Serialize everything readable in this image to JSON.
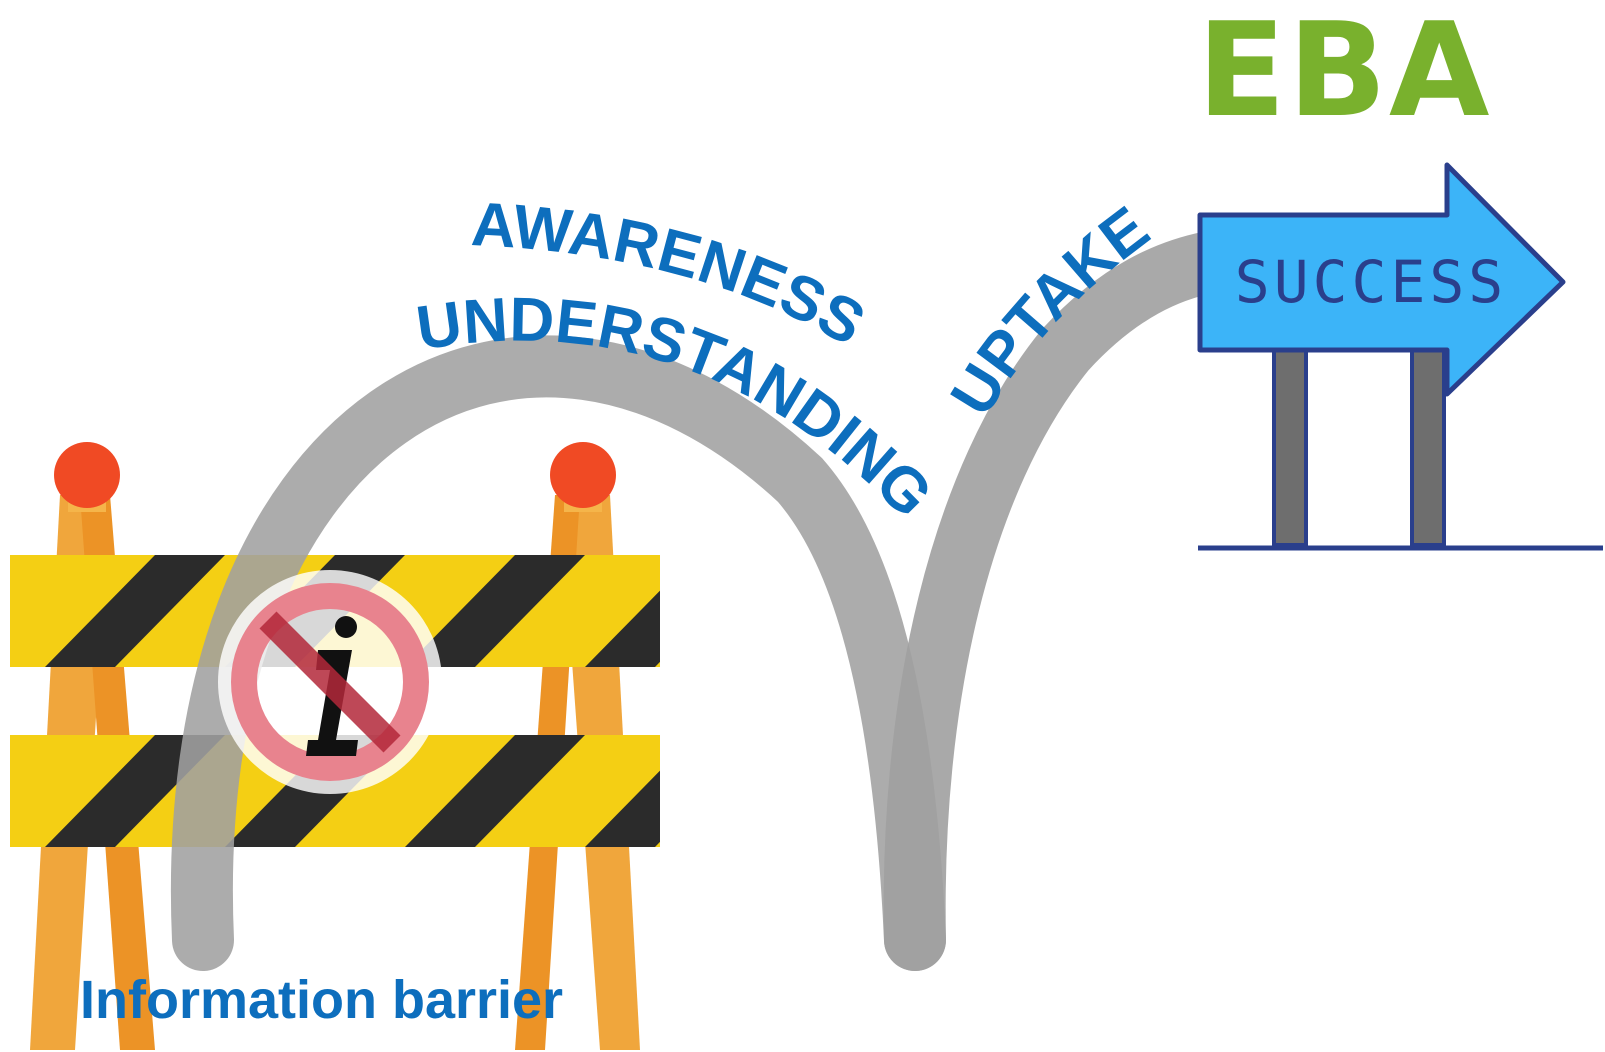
{
  "logo": {
    "text": "EBA",
    "color": "#79b12d"
  },
  "labels": {
    "awareness": "AWARENESS &",
    "understanding": "UNDERSTANDING",
    "uptake": "UPTAKE",
    "barrier": "Information barrier",
    "color": "#0d6ebd"
  },
  "sign": {
    "text": "SUCCESS",
    "fill": "#3cb4f8",
    "outline": "#2a3f8c",
    "text_color": "#2a3f8c"
  },
  "path_color": "#a0a0a0",
  "barricade": {
    "lamp_color": "#f04a24",
    "stripe_yellow": "#f4cf14",
    "stripe_black": "#2b2b2b",
    "leg_orange": "#f0a63c",
    "no_entry_ring": "#e8838e",
    "icon": "no-information-icon"
  }
}
